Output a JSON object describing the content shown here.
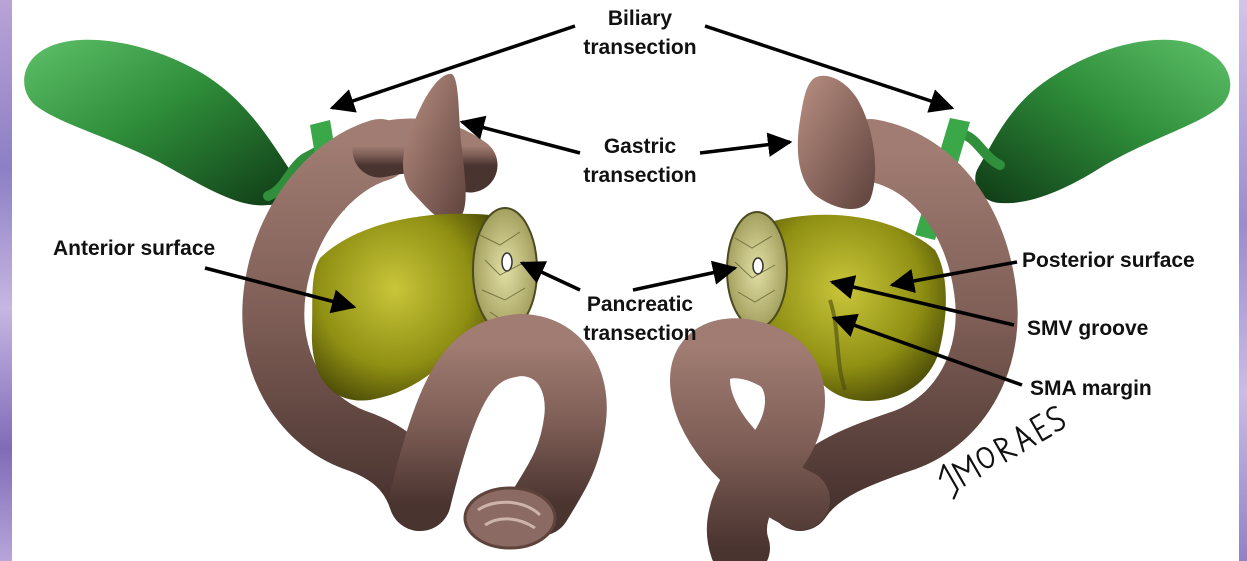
{
  "labels": {
    "biliary": [
      "Biliary",
      "transection"
    ],
    "gastric": [
      "Gastric",
      "transection"
    ],
    "pancreatic": [
      "Pancreatic",
      "transection"
    ],
    "anterior": "Anterior surface",
    "posterior": "Posterior surface",
    "smv": "SMV groove",
    "sma": "SMA margin"
  },
  "signature": "JMORAES",
  "colors": {
    "gallbladder": "#2f8f3a",
    "duodenum": "#8b6a60",
    "pancreas": "#8f8f13",
    "arrow": "#000000",
    "text": "#111111",
    "background_edge": "#9c8ccc"
  }
}
